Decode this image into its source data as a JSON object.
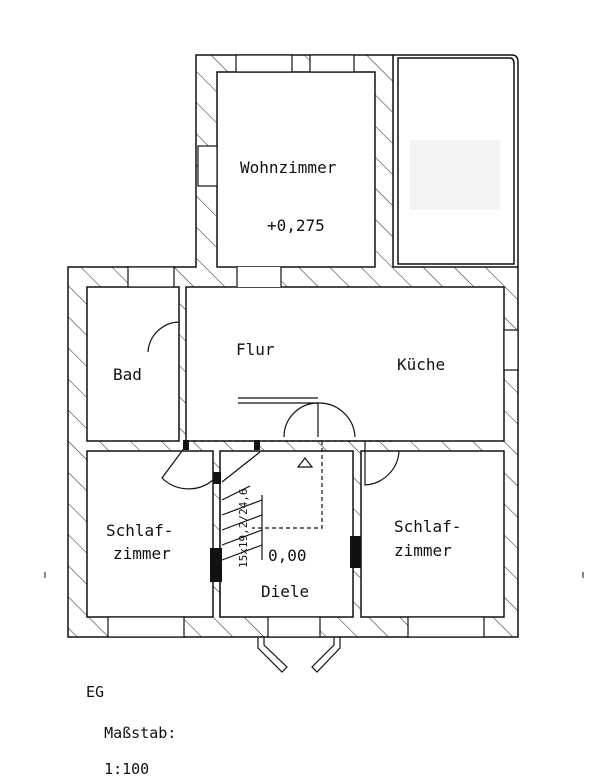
{
  "rooms": {
    "wohnzimmer": {
      "name": "Wohnzimmer",
      "level": "+0,275"
    },
    "flur": {
      "name": "Flur"
    },
    "bad": {
      "name": "Bad"
    },
    "kueche": {
      "name": "Küche"
    },
    "schlafzimmer_left": {
      "line1": "Schlaf-",
      "line2": "zimmer"
    },
    "schlafzimmer_right": {
      "line1": "Schlaf-",
      "line2": "zimmer"
    },
    "diele": {
      "name": "Diele",
      "level": "0,00"
    }
  },
  "stair": {
    "label": "15x19,2/24,6"
  },
  "footer": {
    "floor": "EG",
    "scale_label": "Maßstab:",
    "scale_value": "1:100"
  }
}
